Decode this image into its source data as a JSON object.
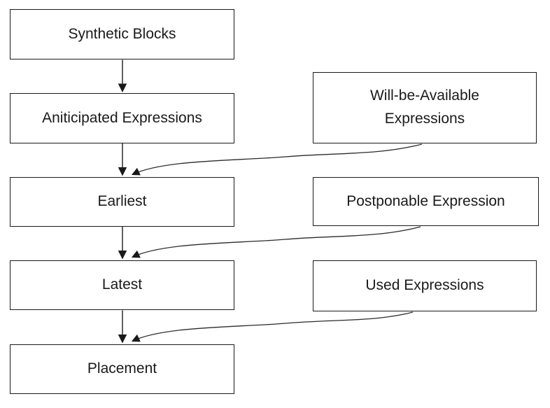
{
  "diagram": {
    "background": "#ffffff",
    "line_color": "#1a1a1a",
    "box_border_color": "#1a1a1a",
    "text_color": "#1a1a1a",
    "boxes": {
      "synthetic_blocks": {
        "label": "Synthetic Blocks"
      },
      "anticipated_expressions": {
        "label": "Aniticipated Expressions"
      },
      "earliest": {
        "label": "Earliest"
      },
      "latest": {
        "label": "Latest"
      },
      "placement": {
        "label": "Placement"
      },
      "will_be_available": {
        "label": "Will-be-Available Expressions"
      },
      "postponable": {
        "label": "Postponable Expression"
      },
      "used": {
        "label": "Used Expressions"
      }
    },
    "edges": [
      {
        "from": "synthetic_blocks",
        "to": "anticipated_expressions",
        "style": "straight-arrow"
      },
      {
        "from": "anticipated_expressions",
        "to": "earliest",
        "style": "straight-arrow"
      },
      {
        "from": "will_be_available",
        "to": "earliest",
        "style": "curved-arrow"
      },
      {
        "from": "earliest",
        "to": "latest",
        "style": "straight-arrow"
      },
      {
        "from": "postponable",
        "to": "latest",
        "style": "curved-arrow"
      },
      {
        "from": "latest",
        "to": "placement",
        "style": "straight-arrow"
      },
      {
        "from": "used",
        "to": "placement",
        "style": "curved-arrow"
      }
    ]
  }
}
